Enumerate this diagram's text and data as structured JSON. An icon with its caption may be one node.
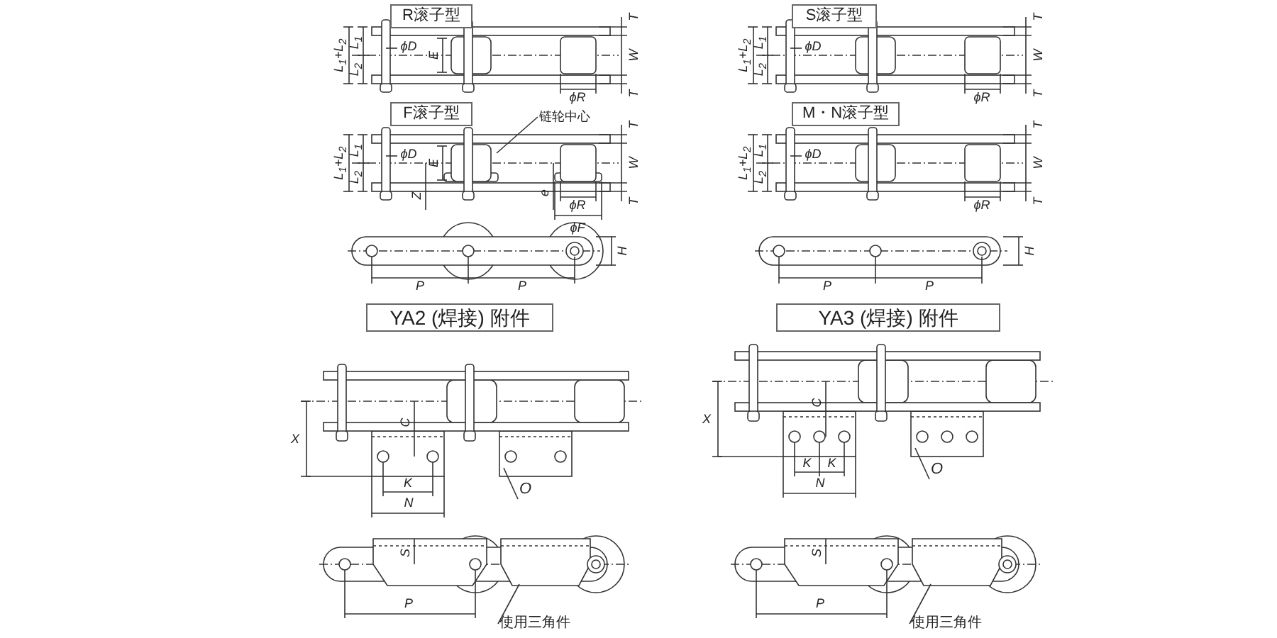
{
  "diagram": {
    "nodes": [
      {
        "text": [
          "R滚子型"
        ]
      },
      {
        "text": [
          "S滚子型"
        ]
      },
      {
        "text": [
          "F滚子型"
        ]
      },
      {
        "text": [
          "M・N滚子型"
        ]
      },
      {
        "text": [
          "链轮中心"
        ]
      },
      {
        "text": [
          "YA2 (焊接) 附件"
        ]
      },
      {
        "text": [
          "YA3 (焊接) 附件"
        ]
      },
      {
        "text": [
          "O"
        ]
      },
      {
        "text": [
          "使用三角件"
        ]
      },
      {
        "text": [
          "O"
        ]
      },
      {
        "text": [
          "使用三角件"
        ]
      }
    ],
    "edges": [
      {
        "from": 4,
        "to": null,
        "arrow": "none"
      },
      {
        "from": 7,
        "to": null,
        "arrow": "none"
      },
      {
        "from": 8,
        "to": null,
        "arrow": "none"
      },
      {
        "from": 9,
        "to": null,
        "arrow": "none"
      },
      {
        "from": 10,
        "to": null,
        "arrow": "none"
      }
    ],
    "labels": [
      "L$_{1}$+L$_{2}$",
      "L$_{1}$",
      "L$_{2}$",
      "ϕD",
      "E",
      "T",
      "W",
      "T",
      "ϕR",
      "L$_{1}$+L$_{2}$",
      "L$_{1}$",
      "L$_{2}$",
      "ϕD",
      "T",
      "W",
      "T",
      "ϕR",
      "L$_{1}$+L$_{2}$",
      "L$_{1}$",
      "L$_{2}$",
      "ϕD",
      "E",
      "Z",
      "e",
      "T",
      "W",
      "T",
      "ϕR",
      "ϕF",
      "L$_{1}$+L$_{2}$",
      "L$_{1}$",
      "L$_{2}$",
      "ϕD",
      "T",
      "W",
      "T",
      "ϕR",
      "H",
      "P",
      "P",
      "H",
      "P",
      "P",
      "X",
      "C",
      "K",
      "N",
      "S",
      "P",
      "X",
      "C",
      "K",
      "K",
      "N",
      "S",
      "P"
    ]
  }
}
